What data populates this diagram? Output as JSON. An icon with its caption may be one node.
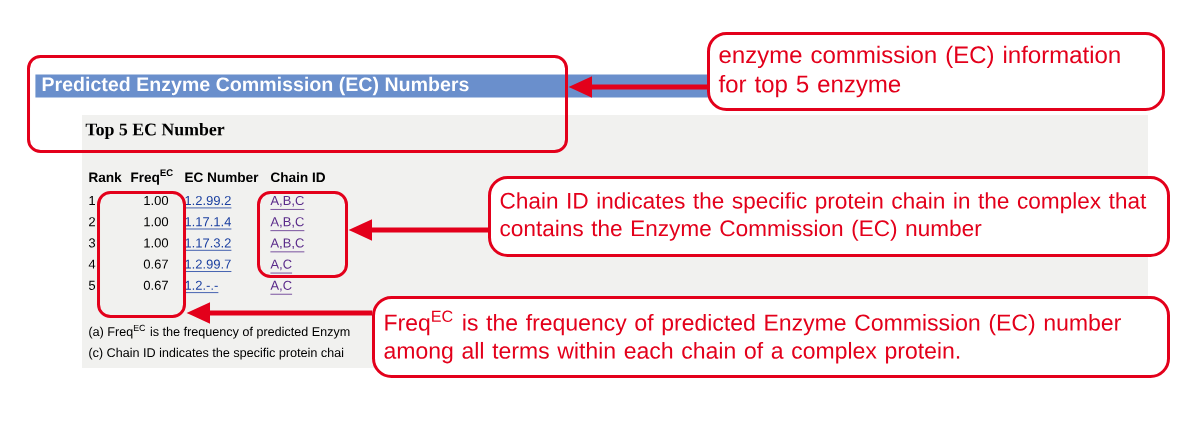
{
  "diagram": {
    "nodes": [
      {
        "text": [],
        "shape": "box"
      },
      {
        "text": [
          "enzyme commission (EC) information for top 5 enzyme"
        ]
      },
      {
        "text": [],
        "shape": "box"
      },
      {
        "text": [],
        "shape": "box"
      },
      {
        "text": [
          "Chain ID indicates the specific protein chain in the complex that contains the Enzyme Commission (EC) number"
        ]
      },
      {
        "text": [
          "Freq$^{EC}$ is the frequency of predicted Enzyme Commission (EC) number among all terms within each chain of a complex protein."
        ]
      }
    ],
    "edges": [
      {
        "from": 1,
        "to": 0,
        "arrow": "to"
      },
      {
        "from": 4,
        "to": 3,
        "arrow": "to"
      },
      {
        "from": 5,
        "to": 2,
        "arrow": "to"
      }
    ],
    "labels": [
      "Predicted Enzyme Commission (EC) Numbers",
      "Top 5 EC Number",
      "Rank",
      "Freq$^{EC}$",
      "EC Number",
      "Chain ID",
      "1",
      "1.00",
      "1.2.99.2",
      "A,B,C",
      "2",
      "1.00",
      "1.17.1.4",
      "A,B,C",
      "3",
      "1.00",
      "1.17.3.2",
      "A,B,C",
      "4",
      "0.67",
      "1.2.99.7",
      "A,C",
      "5",
      "0.67",
      "1.2.-.-",
      "A,C",
      "(a) Freq$^{EC}$ is the frequency of predicted Enzym",
      "(c) Chain ID indicates the specific protein chai"
    ]
  }
}
